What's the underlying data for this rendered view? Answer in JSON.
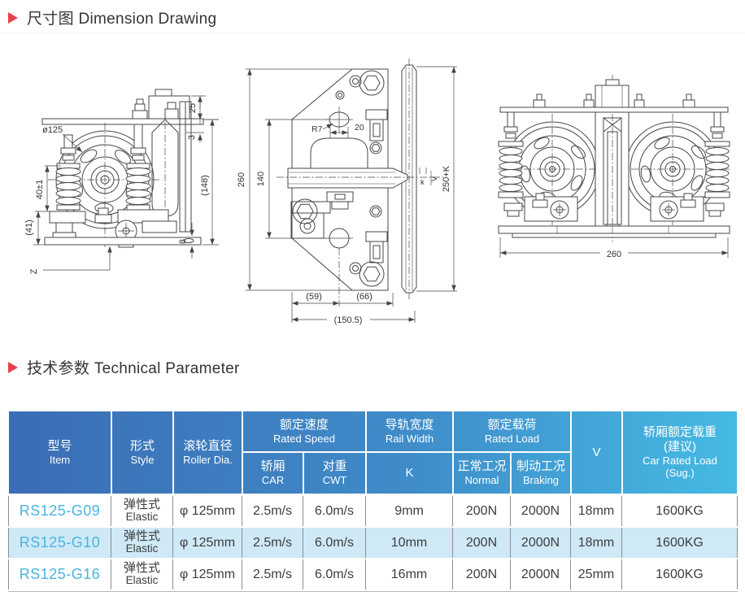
{
  "headings": {
    "dimension": "尺寸图 Dimension Drawing",
    "technical": "技术参数 Technical Parameter"
  },
  "drawing_labels": {
    "left": {
      "dia": "ø125",
      "d25": "25",
      "d3": "3",
      "h148": "(148)",
      "d40": "40±1",
      "d41": "(41)",
      "z": "Z",
      "d8": "8"
    },
    "middle": {
      "h260": "260",
      "h140": "140",
      "r7": "R7",
      "d20": "20",
      "k": "k",
      "v": "V",
      "d250k": "250+K",
      "w59": "(59)",
      "w66": "(66)",
      "w1505": "(150.5)"
    },
    "right": {
      "w260": "260"
    }
  },
  "table": {
    "header": {
      "item_zh": "型号",
      "item_en": "Item",
      "style_zh": "形式",
      "style_en": "Style",
      "roller_zh": "滚轮直径",
      "roller_en": "Roller Dia.",
      "speed_zh": "额定速度",
      "speed_en": "Rated Speed",
      "car_zh": "轿厢",
      "car_en": "CAR",
      "cwt_zh": "对重",
      "cwt_en": "CWT",
      "rail_zh": "导轨宽度",
      "rail_en": "Rail Width",
      "k": "K",
      "load_zh": "额定载荷",
      "load_en": "Rated Load",
      "normal_zh": "正常工况",
      "normal_en": "Normal",
      "braking_zh": "制动工况",
      "braking_en": "Braking",
      "v": "V",
      "carload_zh1": "轿厢额定载重",
      "carload_zh2": "(建议)",
      "carload_en1": "Car Rated Load",
      "carload_en2": "(Sug.)"
    },
    "rows": [
      {
        "item": "RS125-G09",
        "style_zh": "弹性式",
        "style_en": "Elastic",
        "roller": "φ 125mm",
        "car": "2.5m/s",
        "cwt": "6.0m/s",
        "k": "9mm",
        "normal": "200N",
        "braking": "2000N",
        "v": "18mm",
        "load": "1600KG"
      },
      {
        "item": "RS125-G10",
        "style_zh": "弹性式",
        "style_en": "Elastic",
        "roller": "φ 125mm",
        "car": "2.5m/s",
        "cwt": "6.0m/s",
        "k": "10mm",
        "normal": "200N",
        "braking": "2000N",
        "v": "18mm",
        "load": "1600KG"
      },
      {
        "item": "RS125-G16",
        "style_zh": "弹性式",
        "style_en": "Elastic",
        "roller": "φ 125mm",
        "car": "2.5m/s",
        "cwt": "6.0m/s",
        "k": "16mm",
        "normal": "200N",
        "braking": "2000N",
        "v": "25mm",
        "load": "1600KG"
      }
    ]
  },
  "colors": {
    "accent_red": "#e8414e",
    "header_gradient_start": "#3b6cb4",
    "header_gradient_end": "#45bae3",
    "row_highlight": "#cfe9f7",
    "model_blue": "#4ab4e2"
  }
}
